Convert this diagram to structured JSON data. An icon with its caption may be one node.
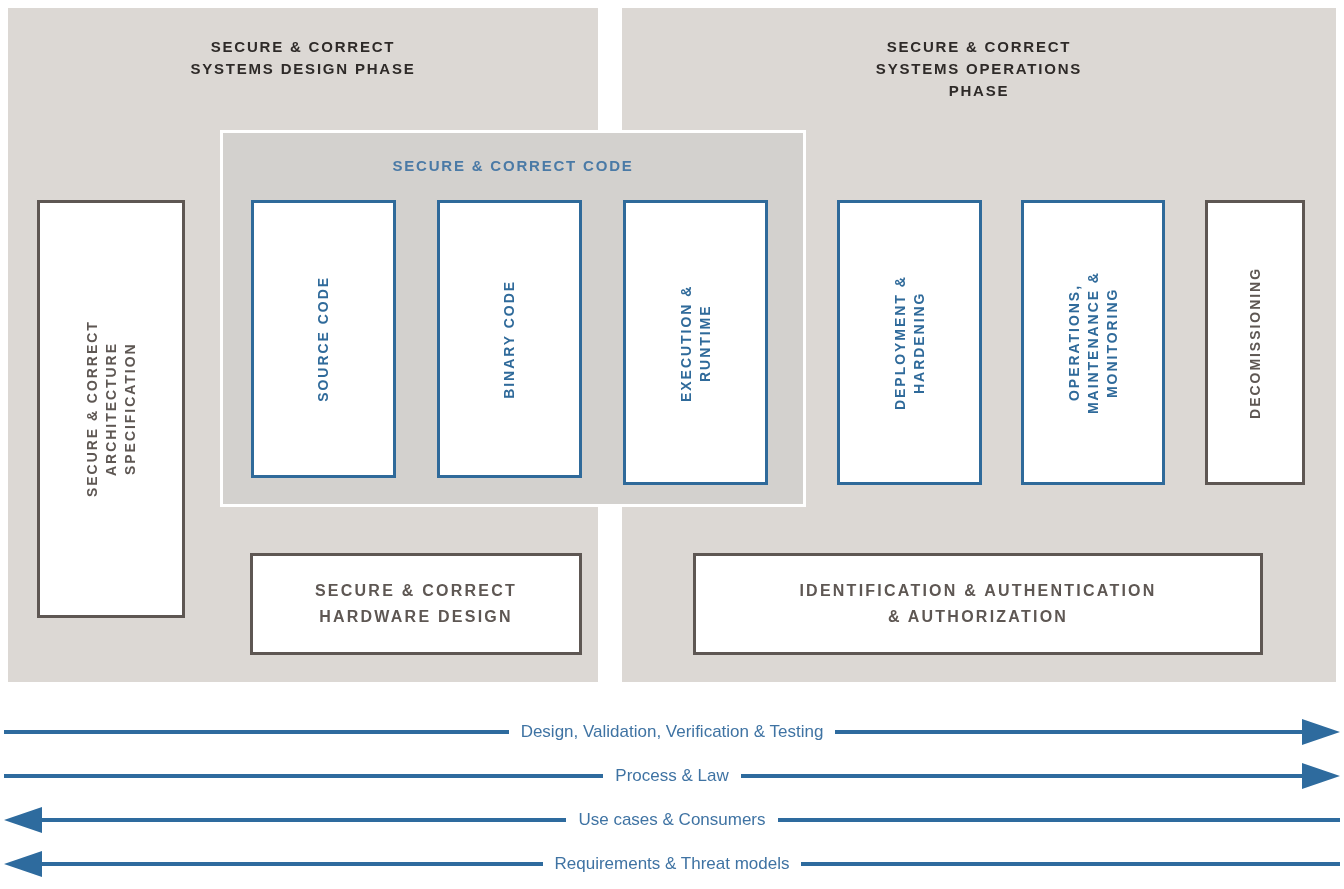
{
  "diagram": {
    "nodes": [
      {
        "text": [
          "SECURE & CORRECT SYSTEMS DESIGN PHASE"
        ]
      },
      {
        "text": [
          "SECURE & CORRECT SYSTEMS OPERATIONS PHASE"
        ]
      },
      {
        "text": [
          "SECURE & CORRECT CODE"
        ]
      },
      {
        "text": [
          "SOURCE CODE"
        ]
      },
      {
        "text": [
          "BINARY CODE"
        ]
      },
      {
        "text": [
          "EXECUTION & RUNTIME"
        ]
      },
      {
        "text": [
          "SECURE & CORRECT ARCHITECTURE SPECIFICATION"
        ],
        "in": 0
      },
      {
        "text": [
          "SECURE & CORRECT HARDWARE DESIGN"
        ],
        "in": 0
      },
      {
        "text": [
          "DEPLOYMENT & HARDENING"
        ],
        "in": 1
      },
      {
        "text": [
          "OPERATIONS, MAINTENANCE & MONITORING"
        ],
        "in": 1
      },
      {
        "text": [
          "DECOMISSIONING"
        ],
        "in": 1
      },
      {
        "text": [
          "IDENTIFICATION & AUTHENTICATION & AUTHORIZATION"
        ],
        "in": 1
      }
    ],
    "labels": [
      "Design, Validation, Verification & Testing",
      "Process & Law",
      "Use cases & Consumers",
      "Requirements & Threat models"
    ]
  }
}
